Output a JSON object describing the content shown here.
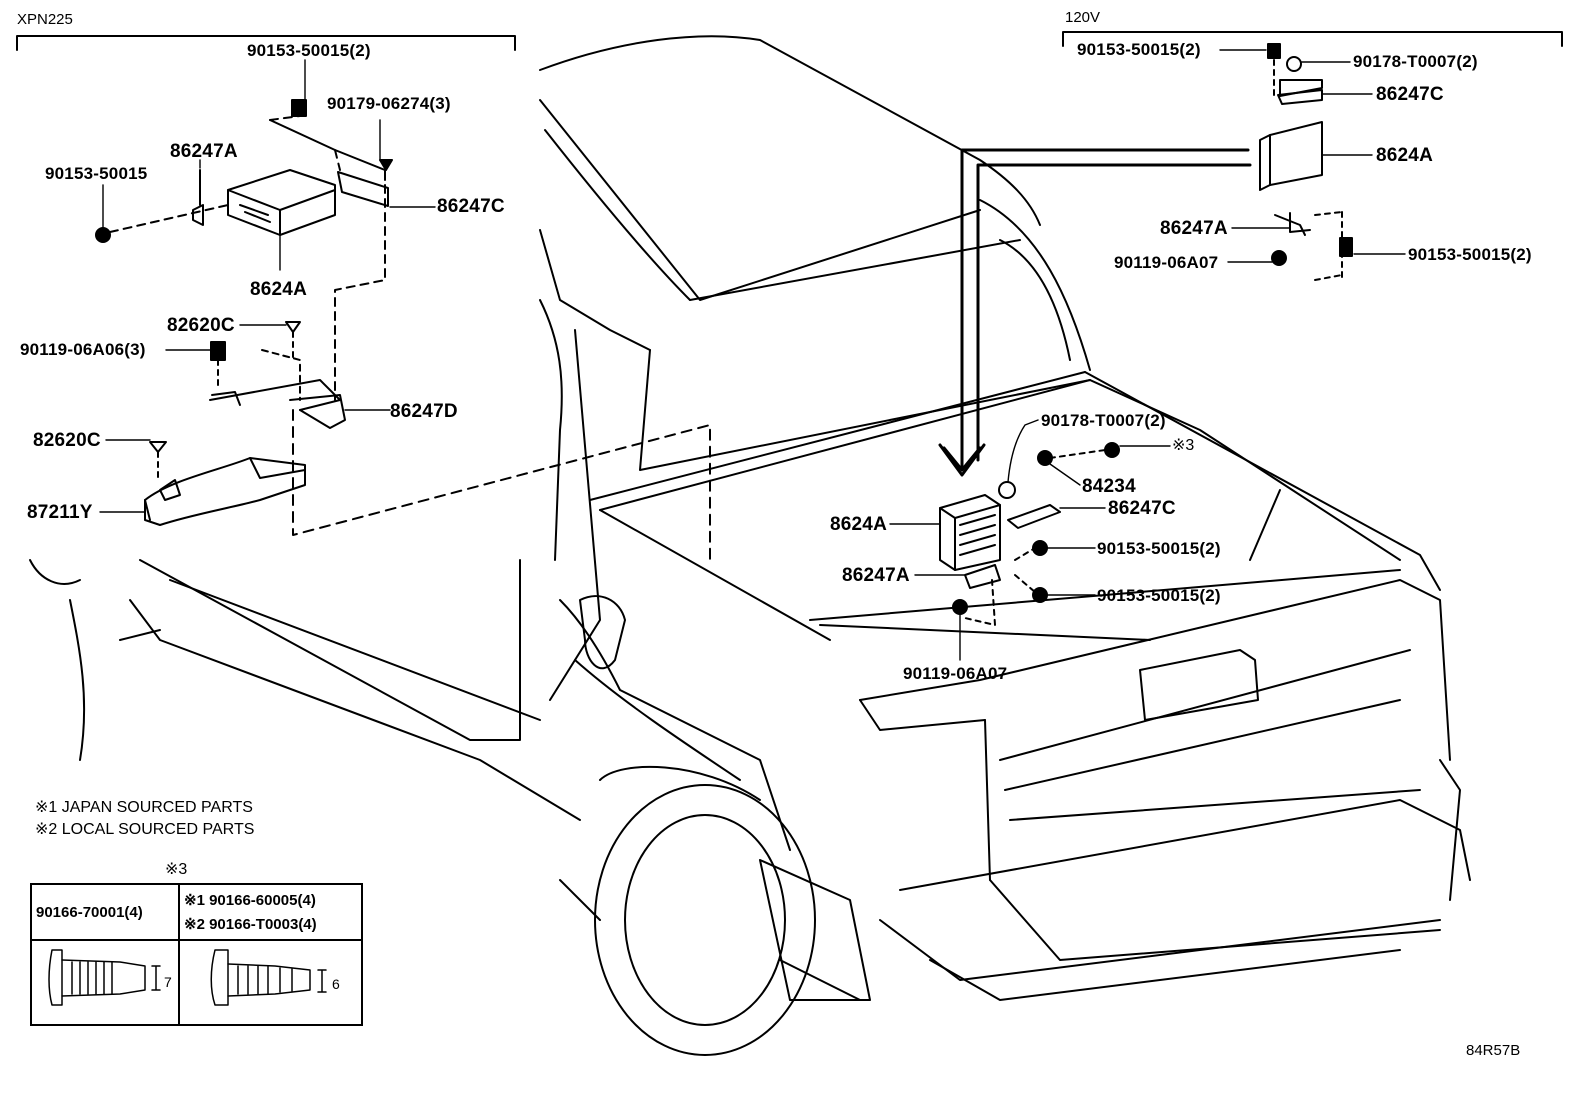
{
  "sections": {
    "left_title": "XPN225",
    "right_title": "120V"
  },
  "left_labels": {
    "bolt_top": "90153-50015(2)",
    "nut_top": "90179-06274(3)",
    "bracket_a": "86247A",
    "bolt_left": "90153-50015",
    "bracket_c": "86247C",
    "module": "8624A",
    "clip_upper": "82620C",
    "bolt_lower": "90119-06A06(3)",
    "bracket_d": "86247D",
    "clip_lower": "82620C",
    "duct": "87211Y"
  },
  "right_labels": {
    "bolt_top": "90153-50015(2)",
    "nut_top": "90178-T0007(2)",
    "bracket_c": "86247C",
    "module": "8624A",
    "bracket_a": "86247A",
    "bolt_lower": "90119-06A07",
    "bolt_right": "90153-50015(2)"
  },
  "center_labels": {
    "nut": "90178-T0007(2)",
    "ref3": "※3",
    "plug": "84234",
    "bracket_c": "86247C",
    "module": "8624A",
    "bolt_a": "90153-50015(2)",
    "bracket_a": "86247A",
    "bolt_b": "90153-50015(2)",
    "bolt_bottom": "90119-06A07"
  },
  "notes": {
    "note1": "※1 JAPAN SOURCED PARTS",
    "note2": "※2 LOCAL SOURCED PARTS"
  },
  "table": {
    "heading": "※3",
    "col1": "90166-70001(4)",
    "col2_row1": "※1  90166-60005(4)",
    "col2_row2": "※2  90166-T0003(4)",
    "dim1": "7",
    "dim2": "6"
  },
  "figure_code": "84R57B"
}
